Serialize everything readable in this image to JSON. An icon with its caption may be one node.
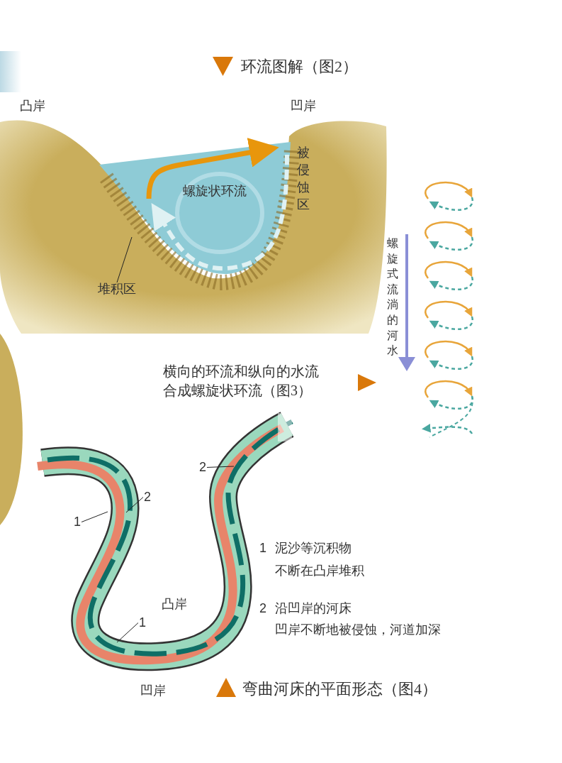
{
  "diagram": {
    "nodes": [
      {
        "text": [
          "堆积区"
        ]
      },
      {
        "text": [
          "1"
        ]
      },
      {
        "text": [
          "2"
        ]
      },
      {
        "text": [
          "2"
        ]
      },
      {
        "text": [
          "1"
        ]
      }
    ],
    "edges": [
      {
        "from": 0,
        "to": null,
        "arrow": "none"
      },
      {
        "from": 1,
        "to": null,
        "arrow": "none"
      },
      {
        "from": 2,
        "to": null,
        "arrow": "none"
      },
      {
        "from": 3,
        "to": null,
        "arrow": "none"
      },
      {
        "from": 4,
        "to": null,
        "arrow": "none"
      }
    ],
    "labels": [
      "环流图解（图2）",
      "凸岸",
      "凹岸",
      "螺旋状环流",
      "被侵蚀区",
      "螺旋式流淌的河水",
      "横向的环流和纵向的水流合成螺旋状环流（图3）",
      "1",
      "泥沙等沉积物",
      "不断在凸岸堆积",
      "2",
      "沿凹岸的河床",
      "凹岸不断地被侵蚀，河道加深",
      "凸岸",
      "凹岸",
      "弯曲河床的平面形态（图4）"
    ]
  }
}
